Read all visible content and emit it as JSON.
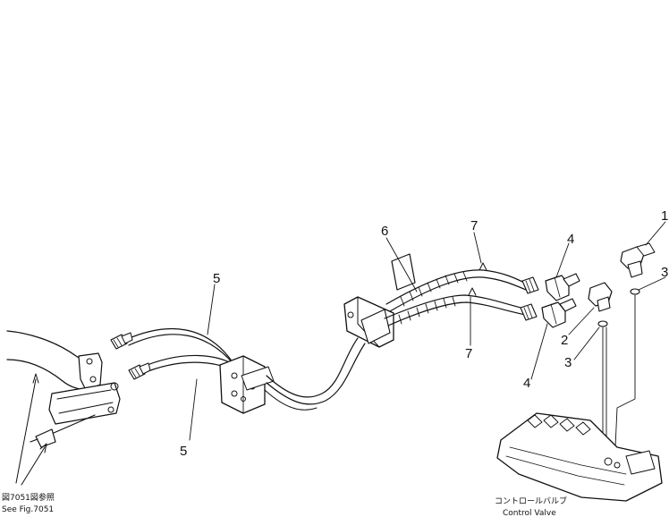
{
  "callouts": {
    "n1": "1",
    "n2": "2",
    "n3a": "3",
    "n3b": "3",
    "n4a": "4",
    "n4b": "4",
    "n5a": "5",
    "n5b": "5",
    "n6": "6",
    "n7a": "7",
    "n7b": "7"
  },
  "captions": {
    "see_fig_jp": "図7051図参照",
    "see_fig_en": "See Fig.7051",
    "control_valve_jp": "コントロールバルブ",
    "control_valve_en": "Control Valve"
  }
}
